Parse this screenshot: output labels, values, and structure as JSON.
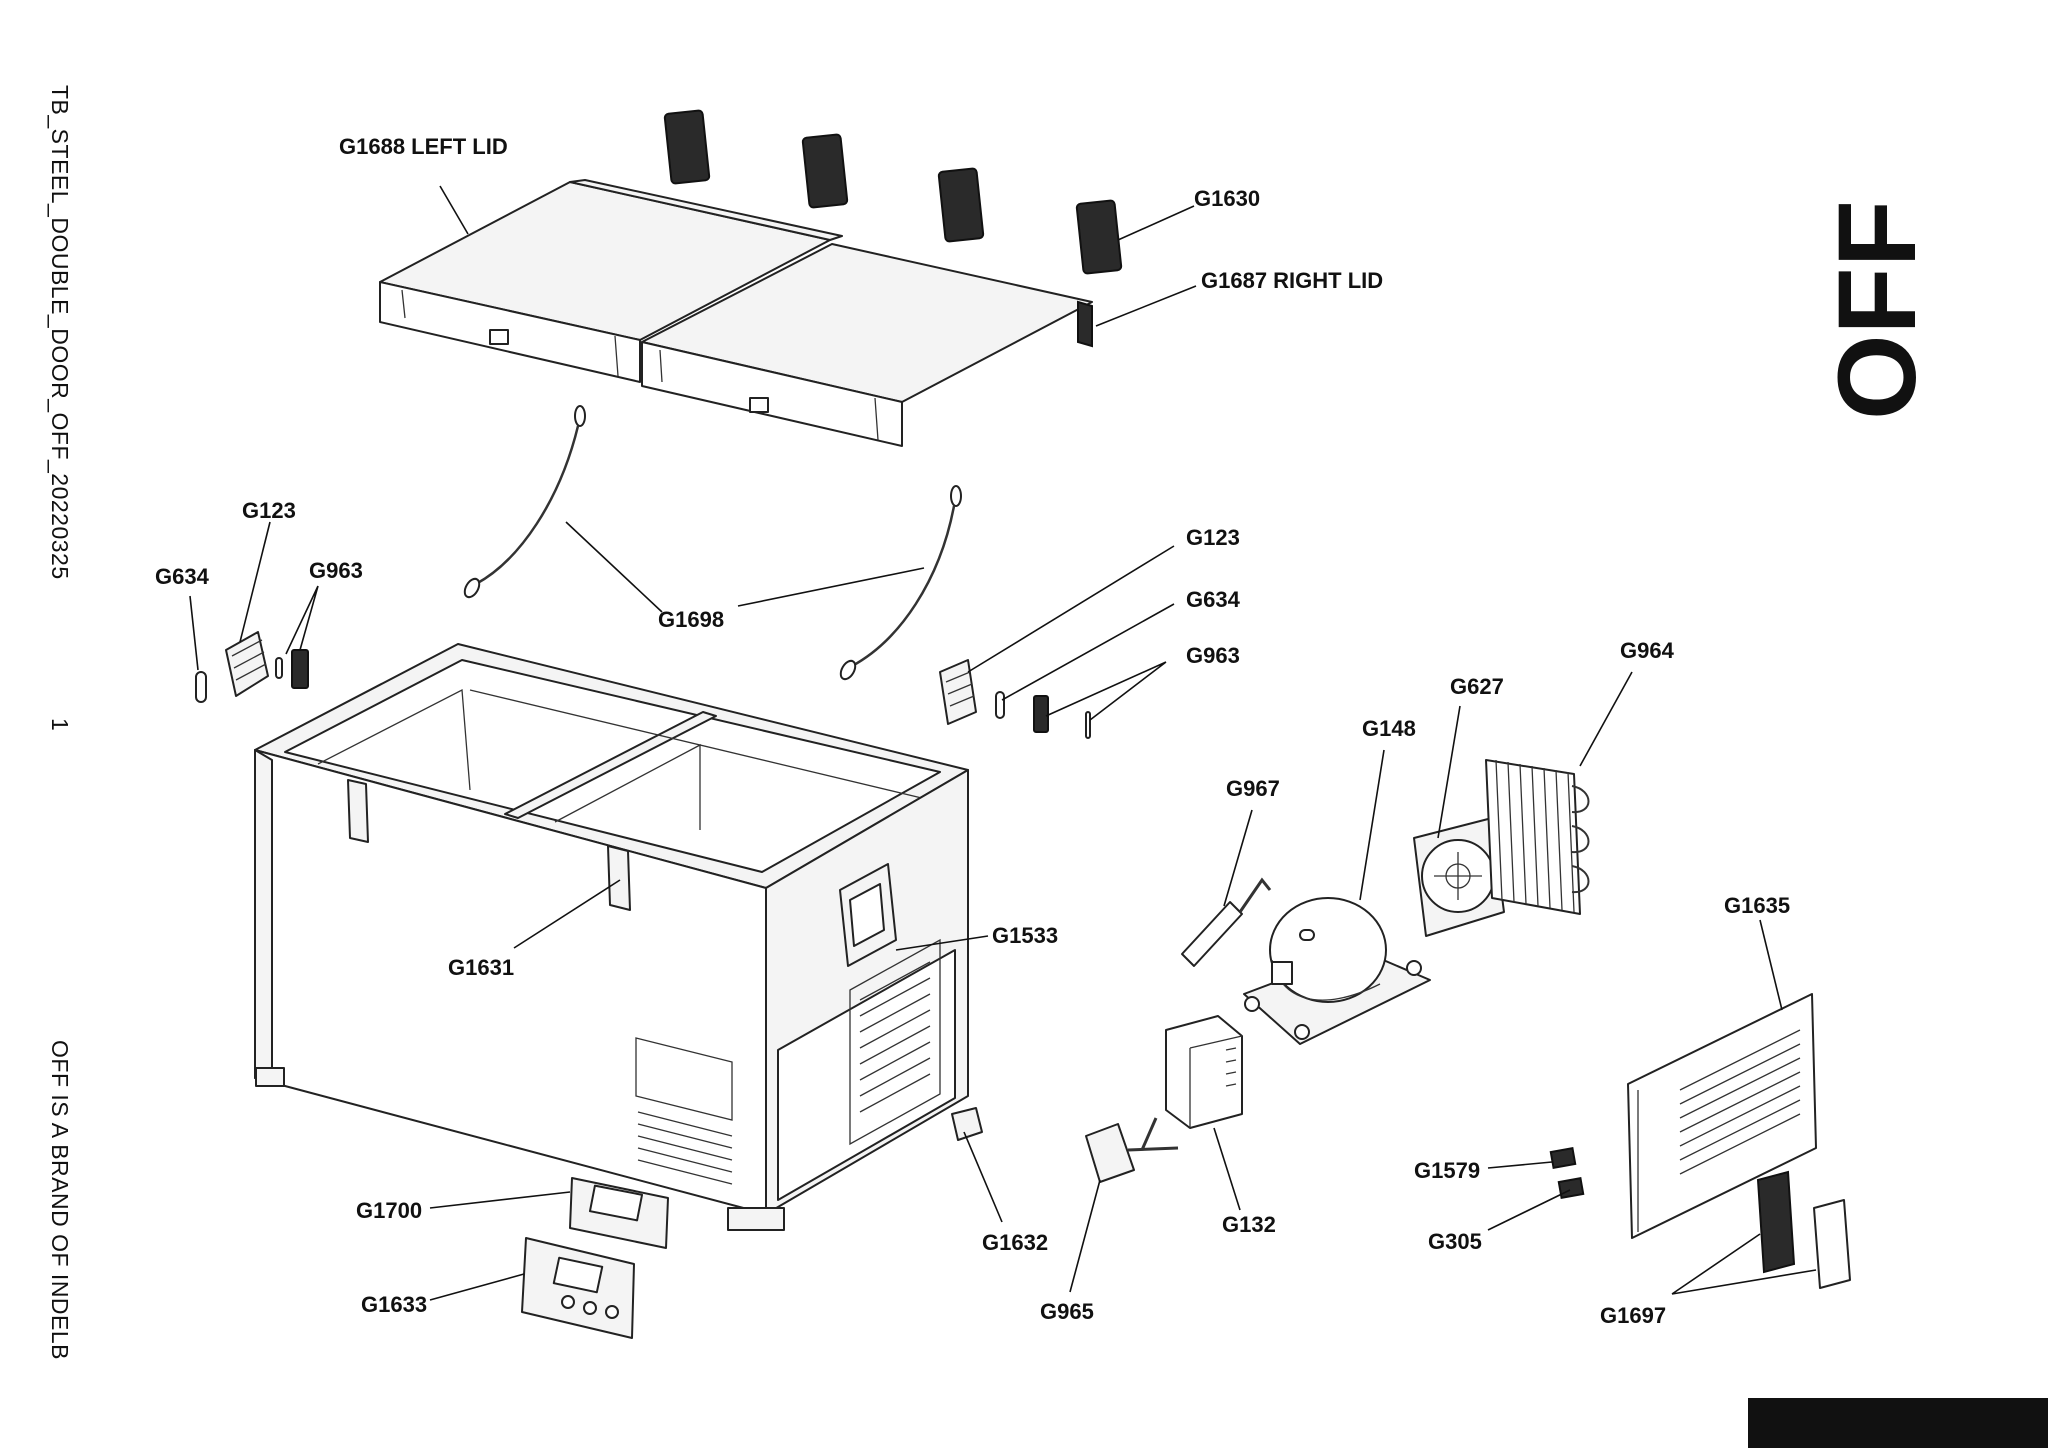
{
  "side_text": {
    "doc_id": "TB_STEEL_DOUBLE_DOOR_OFF_20220325",
    "page": "1",
    "brand_note": "OFF IS A BRAND OF INDELB"
  },
  "brand": {
    "logo_text": "OFF"
  },
  "parts": {
    "g1688": "G1688 LEFT LID",
    "g1630": "G1630",
    "g1687": "G1687 RIGHT LID",
    "g123_left": "G123",
    "g634_left": "G634",
    "g963_left": "G963",
    "g1698": "G1698",
    "g123_right": "G123",
    "g634_right": "G634",
    "g963_right": "G963",
    "g964": "G964",
    "g627": "G627",
    "g148": "G148",
    "g967": "G967",
    "g1635": "G1635",
    "g1631": "G1631",
    "g1533": "G1533",
    "g1700": "G1700",
    "g1633": "G1633",
    "g1632": "G1632",
    "g965": "G965",
    "g132": "G132",
    "g1579": "G1579",
    "g305": "G305",
    "g1697": "G1697"
  }
}
